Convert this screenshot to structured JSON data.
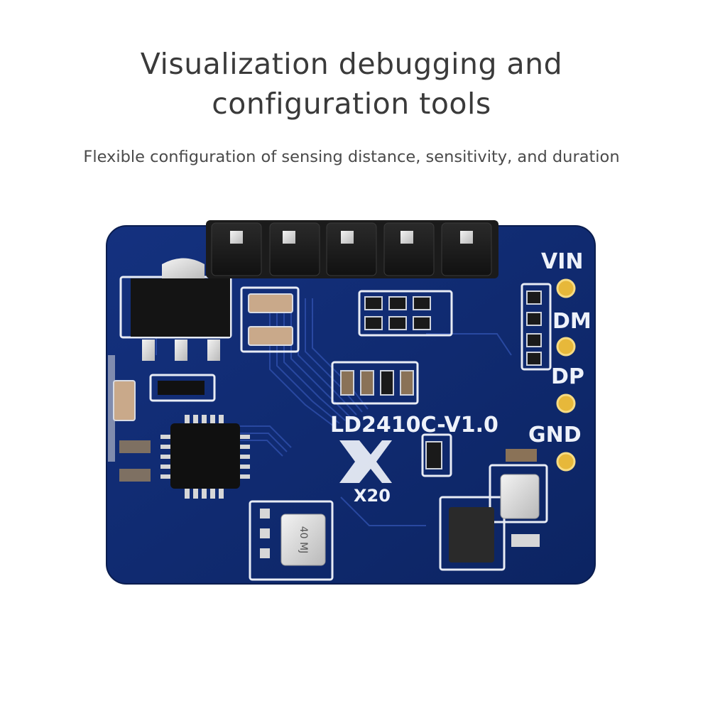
{
  "header": {
    "title_line1": "Visualization debugging and",
    "title_line2": "configuration tools",
    "subtitle": "Flexible configuration of sensing distance, sensitivity, and duration"
  },
  "board": {
    "model_label": "LD2410C-V1.0",
    "antenna_label": "X20",
    "crystal_marking": "40 MJ",
    "pins": [
      "VIN",
      "DM",
      "DP",
      "GND"
    ],
    "colors": {
      "pcb": "#0f2a73",
      "trace": "#2b4aa0",
      "silkscreen": "#e8ecf5",
      "pad_gold": "#e7b83a"
    }
  }
}
